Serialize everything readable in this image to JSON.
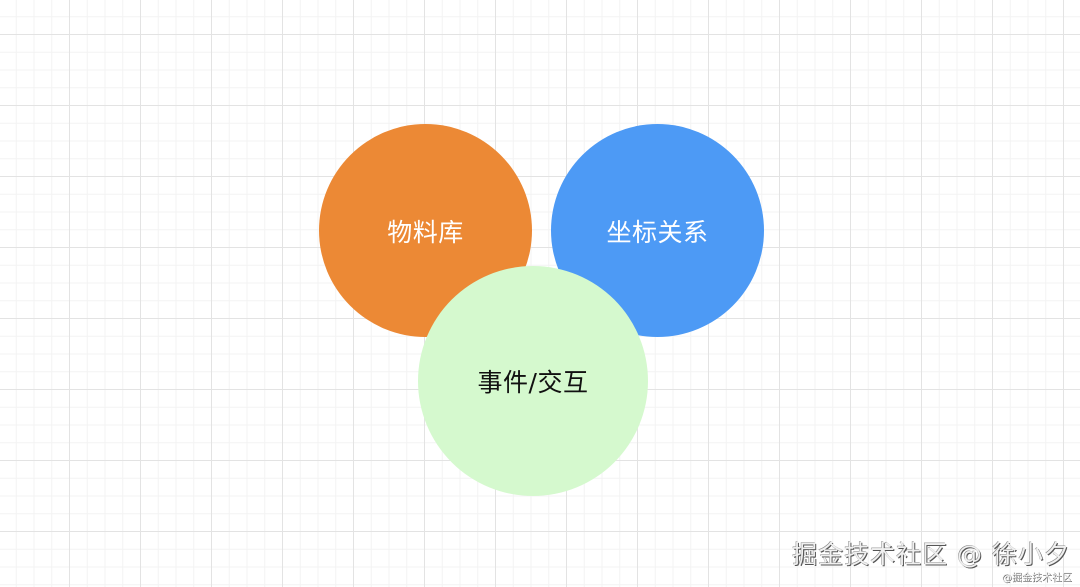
{
  "diagram": {
    "nodes": [
      {
        "id": "material",
        "label": "物料库",
        "fill": "#EC8935",
        "text_color": "#FFFFFF"
      },
      {
        "id": "coord",
        "label": "坐标关系",
        "fill": "#4D9AF5",
        "text_color": "#FFFFFF"
      },
      {
        "id": "event",
        "label": "事件/交互",
        "fill": "#D5F9CE",
        "text_color": "#111111"
      }
    ],
    "background": {
      "type": "grid",
      "major_color": "#E3E3E3",
      "minor_color": "#F3F3F3"
    }
  },
  "watermark": {
    "main": "掘金技术社区 @ 徐小夕",
    "sub": "@掘金技术社区"
  }
}
